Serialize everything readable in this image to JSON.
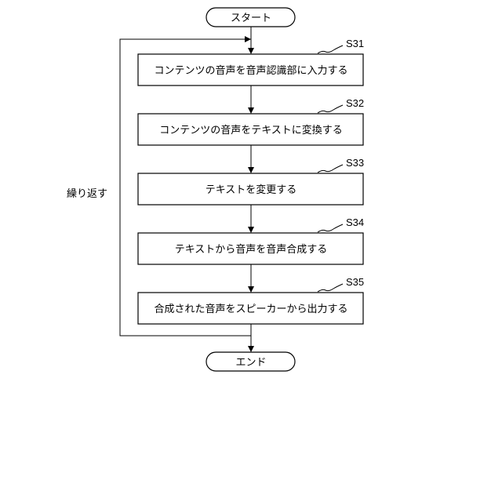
{
  "flowchart": {
    "start": "スタート",
    "end": "エンド",
    "loop_label": "繰り返す",
    "steps": [
      {
        "id": "S31",
        "text": "コンテンツの音声を音声認識部に入力する"
      },
      {
        "id": "S32",
        "text": "コンテンツの音声をテキストに変換する"
      },
      {
        "id": "S33",
        "text": "テキストを変更する"
      },
      {
        "id": "S34",
        "text": "テキストから音声を音声合成する"
      },
      {
        "id": "S35",
        "text": "合成された音声をスピーカーから出力する"
      }
    ]
  }
}
